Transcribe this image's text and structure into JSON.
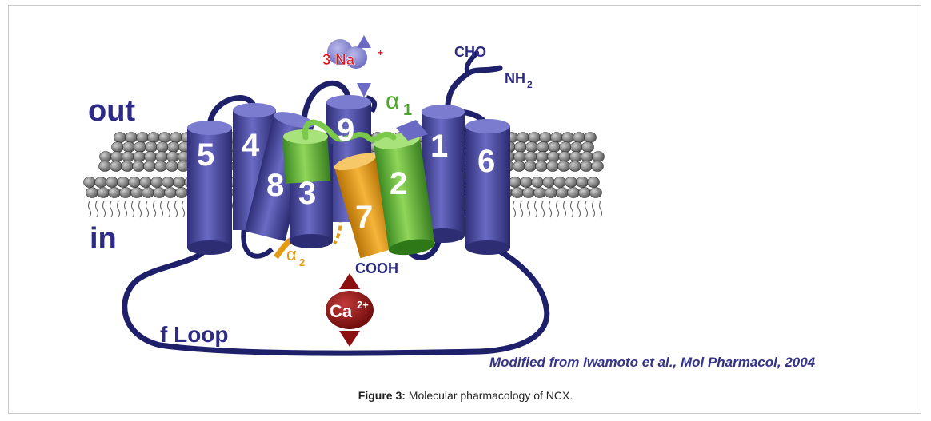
{
  "labels": {
    "out": "out",
    "in": "in",
    "sodium": "3 Na",
    "sodium_sup": "+",
    "calcium": "Ca",
    "calcium_sup": "2+",
    "cho": "CHO",
    "nh2": "NH",
    "nh2_sub": "2",
    "cooh": "COOH",
    "alpha1": "α",
    "alpha1_sub": "1",
    "alpha2": "α",
    "alpha2_sub": "2",
    "floop": "f Loop"
  },
  "helices": [
    "5",
    "4",
    "8",
    "3",
    "9",
    "7",
    "2",
    "1",
    "6"
  ],
  "credit": "Modified from Iwamoto et al., Mol Pharmacol, 2004",
  "caption": {
    "prefix": "Figure 3:",
    "text": " Molecular pharmacology of NCX."
  },
  "colors": {
    "helix_blue": "#4a4a9e",
    "helix_green": "#62b53c",
    "helix_orange": "#e49b12",
    "loop_navy": "#1e2069",
    "lipid_grey": "#6b6b6b",
    "sodium_red": "#e8141b",
    "calcium_maroon": "#8c1010"
  }
}
